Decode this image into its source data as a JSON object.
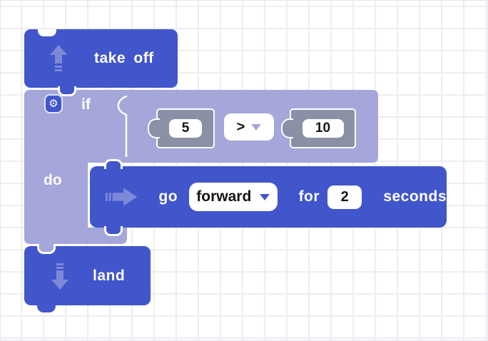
{
  "colors": {
    "block_blue": "#4156cb",
    "block_lavender": "#a5a6d9",
    "number_block_gray": "#8c90a6",
    "icon_light_blue": "#7d89d8",
    "grid_line": "#ededf2",
    "field_text": "#151515"
  },
  "icons": {
    "gear_glyph": "⚙"
  },
  "blocks": {
    "takeoff": {
      "label": "take off",
      "icon": "arrow-up-icon"
    },
    "if_block": {
      "keyword": "if",
      "do_keyword": "do",
      "mutator_icon": "gear-icon"
    },
    "compare": {
      "left_value": "5",
      "operator": ">",
      "right_value": "10"
    },
    "go": {
      "verb": "go",
      "direction_value": "forward",
      "for_word": "for",
      "duration_value": "2",
      "unit_word": "seconds",
      "icon": "arrow-right-icon"
    },
    "land": {
      "label": "land",
      "icon": "arrow-down-icon"
    }
  }
}
